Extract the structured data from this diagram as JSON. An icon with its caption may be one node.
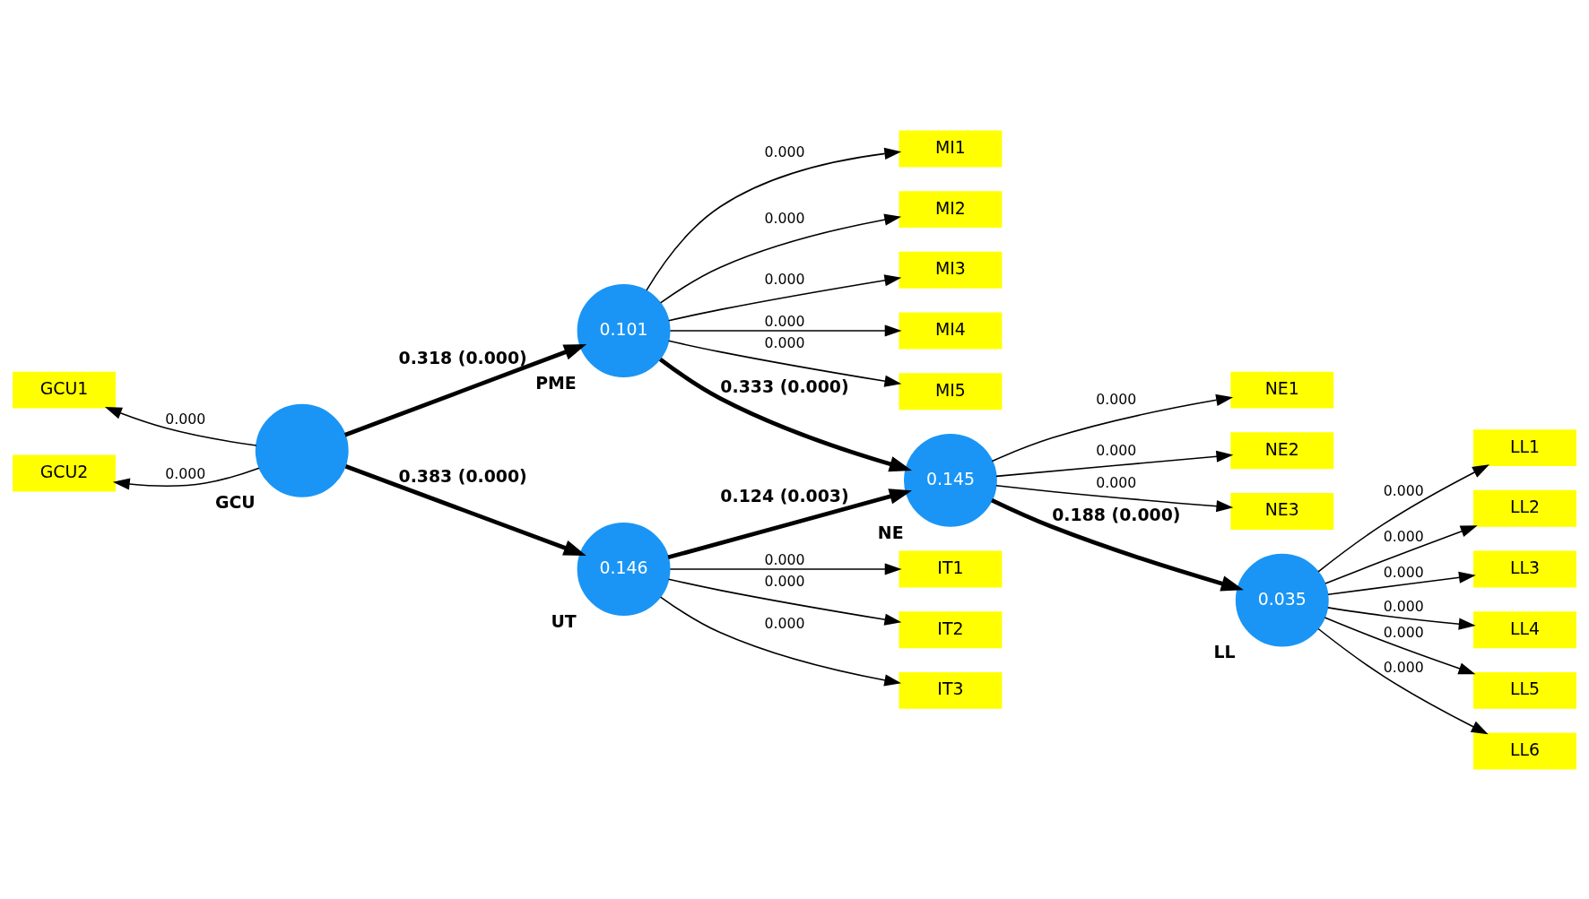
{
  "diagram": {
    "nodes": [
      {
        "text": [
          "MI1"
        ]
      },
      {
        "text": [
          "MI2"
        ]
      },
      {
        "text": [
          "MI3"
        ]
      },
      {
        "text": [
          "MI4"
        ]
      },
      {
        "text": [
          "MI5"
        ]
      },
      {
        "text": [
          "0.101"
        ],
        "beside": [
          "PME"
        ]
      },
      {
        "text": [
          "NE1"
        ]
      },
      {
        "text": [
          "NE2"
        ]
      },
      {
        "text": [
          "NE3"
        ]
      },
      {
        "text": [
          "LL1"
        ]
      },
      {
        "text": [
          "LL2"
        ]
      },
      {
        "text": [
          "LL3"
        ]
      },
      {
        "text": [
          "LL4"
        ]
      },
      {
        "text": [
          "LL5"
        ]
      },
      {
        "text": [
          "LL6"
        ]
      },
      {
        "text": [
          "GCU1"
        ]
      },
      {
        "text": [
          "GCU2"
        ]
      },
      {
        "text": [],
        "shape": "circle",
        "beside": [
          "GCU"
        ]
      },
      {
        "text": [
          "0.145"
        ],
        "beside": [
          "NE"
        ]
      },
      {
        "text": [
          "0.035"
        ],
        "beside": [
          "LL"
        ]
      },
      {
        "text": [
          "0.146"
        ],
        "beside": [
          "UT"
        ]
      },
      {
        "text": [
          "IT1"
        ]
      },
      {
        "text": [
          "IT2"
        ]
      },
      {
        "text": [
          "IT3"
        ]
      }
    ],
    "edges": [
      {
        "from": 5,
        "to": 0,
        "arrow": "to",
        "label": "0.000"
      },
      {
        "from": 5,
        "to": 1,
        "arrow": "to",
        "label": "0.000"
      },
      {
        "from": 5,
        "to": 2,
        "arrow": "to",
        "label": "0.000"
      },
      {
        "from": 5,
        "to": 3,
        "arrow": "to",
        "label": "0.000"
      },
      {
        "from": 5,
        "to": 4,
        "arrow": "to",
        "label": "0.000"
      },
      {
        "from": 17,
        "to": 15,
        "arrow": "to",
        "label": "0.000"
      },
      {
        "from": 17,
        "to": 16,
        "arrow": "to",
        "label": "0.000"
      },
      {
        "from": 17,
        "to": 5,
        "arrow": "to",
        "label": "0.318 (0.000)",
        "style": "thick"
      },
      {
        "from": 17,
        "to": 20,
        "arrow": "to",
        "label": "0.383 (0.000)",
        "style": "thick"
      },
      {
        "from": 5,
        "to": 18,
        "arrow": "to",
        "label": "0.333 (0.000)",
        "style": "thick"
      },
      {
        "from": 20,
        "to": 18,
        "arrow": "to",
        "label": "0.124 (0.003)",
        "style": "thick"
      },
      {
        "from": 18,
        "to": 19,
        "arrow": "to",
        "label": "0.188 (0.000)",
        "style": "thick"
      },
      {
        "from": 18,
        "to": 6,
        "arrow": "to",
        "label": "0.000"
      },
      {
        "from": 18,
        "to": 7,
        "arrow": "to",
        "label": "0.000"
      },
      {
        "from": 18,
        "to": 8,
        "arrow": "to",
        "label": "0.000"
      },
      {
        "from": 19,
        "to": 9,
        "arrow": "to",
        "label": "0.000"
      },
      {
        "from": 19,
        "to": 10,
        "arrow": "to",
        "label": "0.000"
      },
      {
        "from": 19,
        "to": 11,
        "arrow": "to",
        "label": "0.000"
      },
      {
        "from": 19,
        "to": 12,
        "arrow": "to",
        "label": "0.000"
      },
      {
        "from": 19,
        "to": 13,
        "arrow": "to",
        "label": "0.000"
      },
      {
        "from": 19,
        "to": 14,
        "arrow": "to",
        "label": "0.000"
      },
      {
        "from": 20,
        "to": 21,
        "arrow": "to",
        "label": "0.000"
      },
      {
        "from": 20,
        "to": 22,
        "arrow": "to",
        "label": "0.000"
      },
      {
        "from": 20,
        "to": 23,
        "arrow": "to",
        "label": "0.000"
      }
    ]
  }
}
